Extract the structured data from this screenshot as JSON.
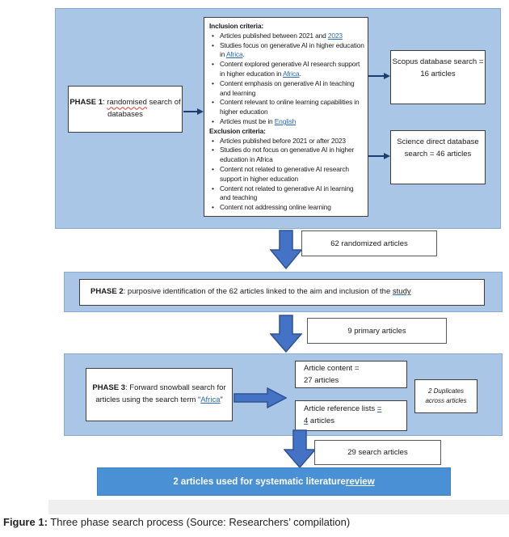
{
  "figure": {
    "caption_label": "Figure 1:",
    "caption_text": " Three phase search process (Source: Researchers’ compilation)"
  },
  "colors": {
    "panel_blue": "#a9c6e6",
    "panel_border": "#8aabd1",
    "box_border": "#3f3f3f",
    "block_arrow_fill": "#4472c4",
    "block_arrow_stroke": "#2e5294",
    "connector_navy": "#1f3c6e",
    "final_bar_blue": "#4a90d5",
    "link_blue": "#2969b0",
    "spellcheck_red": "#d83a2e",
    "grey_strip": "#efeff0"
  },
  "phase1": {
    "title_bold": "PHASE 1",
    "title_pre": ": ",
    "title_misspelled": "randomised",
    "title_rest": " search of databases",
    "inclusion_heading": "Inclusion criteria:",
    "inclusion": [
      {
        "pre": "Articles published between 2021 and ",
        "link": "2023",
        "post": ""
      },
      {
        "pre": "Studies focus on generative AI in higher education in ",
        "link": "Africa",
        "post": "."
      },
      {
        "pre": "Content explored generative AI research support in higher education in ",
        "link": "Africa",
        "post": "."
      },
      {
        "pre": "Content emphasis on generative AI in teaching and learning",
        "link": "",
        "post": ""
      },
      {
        "pre": "Content relevant to online learning capabilities in higher education",
        "link": "",
        "post": ""
      },
      {
        "pre": "Articles must be in ",
        "link": "English",
        "post": ""
      }
    ],
    "exclusion_heading": "Exclusion criteria:",
    "exclusion": [
      {
        "pre": "Articles published before 2021 or after 2023",
        "link": "",
        "post": ""
      },
      {
        "pre": "Studies do not focus on generative AI in higher education in Africa",
        "link": "",
        "post": ""
      },
      {
        "pre": "Content not related to generative AI research support in higher education",
        "link": "",
        "post": ""
      },
      {
        "pre": "Content not related to generative AI in learning and teaching",
        "link": "",
        "post": ""
      },
      {
        "pre": "Content not addressing online learning",
        "link": "",
        "post": ""
      }
    ],
    "scopus_box": "Scopus database search = 16 articles",
    "science_box": "Science direct database search = 46 articles"
  },
  "flow": {
    "randomized_box": "62 randomized articles",
    "primary_box": "9 primary articles",
    "search_box": "29 search articles"
  },
  "phase2": {
    "title_bold": "PHASE 2",
    "title_text": ": purposive identification of the 62 articles linked to the aim and inclusion of the ",
    "title_underlined": "study"
  },
  "phase3": {
    "title_bold": "PHASE 3",
    "title_text": ": Forward snowball search for articles using the search term “",
    "title_underlined": "Africa",
    "title_after": "”",
    "content_box_line1": "Article content =",
    "content_box_line2": "27 articles",
    "reference_box_line1_pre": "Article reference lists ",
    "reference_box_line1_ins": "=",
    "reference_box_line2_ins": "4",
    "reference_box_line2_rest": " articles",
    "duplicates_box": "2 Duplicates across articles"
  },
  "final_bar": {
    "text": "2 articles used for systematic literature ",
    "underlined": "review"
  }
}
